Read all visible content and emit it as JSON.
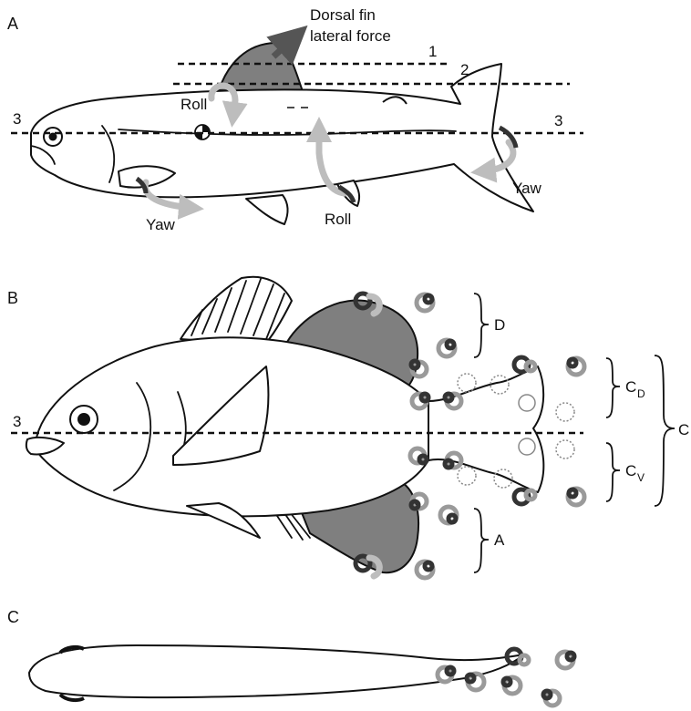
{
  "panels": {
    "a": "A",
    "b": "B",
    "c": "C"
  },
  "panel_a": {
    "dorsal_label_line1": "Dorsal fin",
    "dorsal_label_line2": "lateral force",
    "plane_1": "1",
    "plane_2": "2",
    "plane_3_left": "3",
    "plane_3_right": "3",
    "roll_upper": "Roll",
    "roll_lower": "Roll",
    "yaw_right": "Yaw",
    "yaw_left": "Yaw"
  },
  "panel_b": {
    "plane_3": "3",
    "d": "D",
    "a": "A",
    "cd_main": "C",
    "cd_sub": "D",
    "cv_main": "C",
    "cv_sub": "V",
    "c": "C"
  },
  "colors": {
    "fin_shade": "#7f7f7f",
    "arrow_light": "#bdbdbd",
    "arrow_dark": "#555555"
  }
}
